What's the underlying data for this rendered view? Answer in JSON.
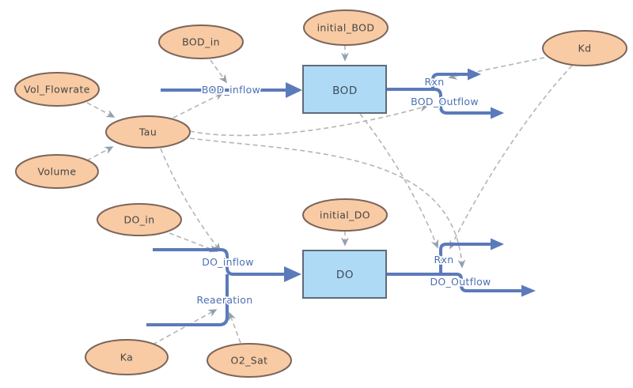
{
  "diagram": {
    "type": "stock-and-flow-model",
    "background": "#ffffff",
    "colors": {
      "converter_fill": "#F8CBA4",
      "converter_border": "#7C655A",
      "stock_fill": "#AEDAF5",
      "stock_border": "#5D6B7C",
      "flow_pipe_blue": "#5B7ABA",
      "flow_label_blue": "#4C70B3",
      "connector_dash_gray": "#B5B5B5",
      "connector_arrow_gray": "#93A0AE",
      "node_text": "#454545",
      "stock_text": "#3E4C5E"
    },
    "stocks": [
      {
        "id": "bod",
        "label": "BOD"
      },
      {
        "id": "do",
        "label": "DO"
      }
    ],
    "converters": [
      {
        "id": "bod_in",
        "label": "BOD_in"
      },
      {
        "id": "initial_bod",
        "label": "initial_BOD"
      },
      {
        "id": "kd",
        "label": "Kd"
      },
      {
        "id": "vol_flowrate",
        "label": "Vol_Flowrate"
      },
      {
        "id": "tau",
        "label": "Tau"
      },
      {
        "id": "volume",
        "label": "Volume"
      },
      {
        "id": "do_in",
        "label": "DO_in"
      },
      {
        "id": "initial_do",
        "label": "initial_DO"
      },
      {
        "id": "ka",
        "label": "Ka"
      },
      {
        "id": "o2_sat",
        "label": "O2_Sat"
      }
    ],
    "flows": [
      {
        "id": "bod_inflow",
        "label": "BOD_inflow"
      },
      {
        "id": "bod_rxn",
        "label": "Rxn"
      },
      {
        "id": "bod_outflow",
        "label": "BOD_Outflow"
      },
      {
        "id": "do_inflow",
        "label": "DO_inflow"
      },
      {
        "id": "reaeration",
        "label": "Reaeration"
      },
      {
        "id": "do_rxn",
        "label": "Rxn"
      },
      {
        "id": "do_outflow",
        "label": "DO_Outflow"
      }
    ],
    "connectors": [
      {
        "from": "Vol_Flowrate",
        "to": "Tau"
      },
      {
        "from": "Volume",
        "to": "Tau"
      },
      {
        "from": "BOD_in",
        "to": "BOD_inflow"
      },
      {
        "from": "Tau",
        "to": "BOD_inflow"
      },
      {
        "from": "initial_BOD",
        "to": "BOD"
      },
      {
        "from": "Kd",
        "to": "Rxn (BOD)"
      },
      {
        "from": "Tau",
        "to": "BOD_Outflow"
      },
      {
        "from": "Tau",
        "to": "DO_inflow"
      },
      {
        "from": "Tau",
        "to": "DO_Outflow"
      },
      {
        "from": "BOD",
        "to": "Rxn (DO)"
      },
      {
        "from": "Kd",
        "to": "Rxn (DO)"
      },
      {
        "from": "DO_in",
        "to": "DO_inflow"
      },
      {
        "from": "initial_DO",
        "to": "DO"
      },
      {
        "from": "Ka",
        "to": "Reaeration"
      },
      {
        "from": "O2_Sat",
        "to": "Reaeration"
      }
    ]
  }
}
